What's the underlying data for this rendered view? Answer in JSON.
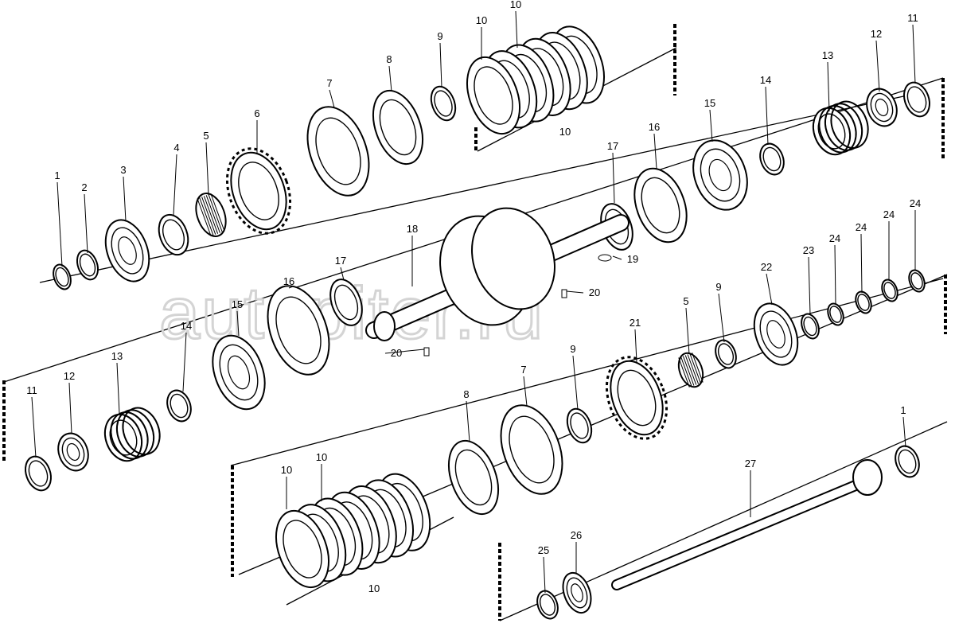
{
  "watermark": "autopiter.ru",
  "callouts": [
    "1",
    "2",
    "3",
    "4",
    "5",
    "6",
    "7",
    "8",
    "9",
    "10",
    "10",
    "10",
    "11",
    "12",
    "13",
    "14",
    "15",
    "16",
    "17",
    "18",
    "19",
    "20",
    "17",
    "16",
    "15",
    "14",
    "13",
    "12",
    "11",
    "20",
    "21",
    "5",
    "9",
    "22",
    "23",
    "24",
    "24",
    "24",
    "24",
    "9",
    "7",
    "8",
    "10",
    "10",
    "10",
    "1",
    "27",
    "25",
    "26"
  ]
}
